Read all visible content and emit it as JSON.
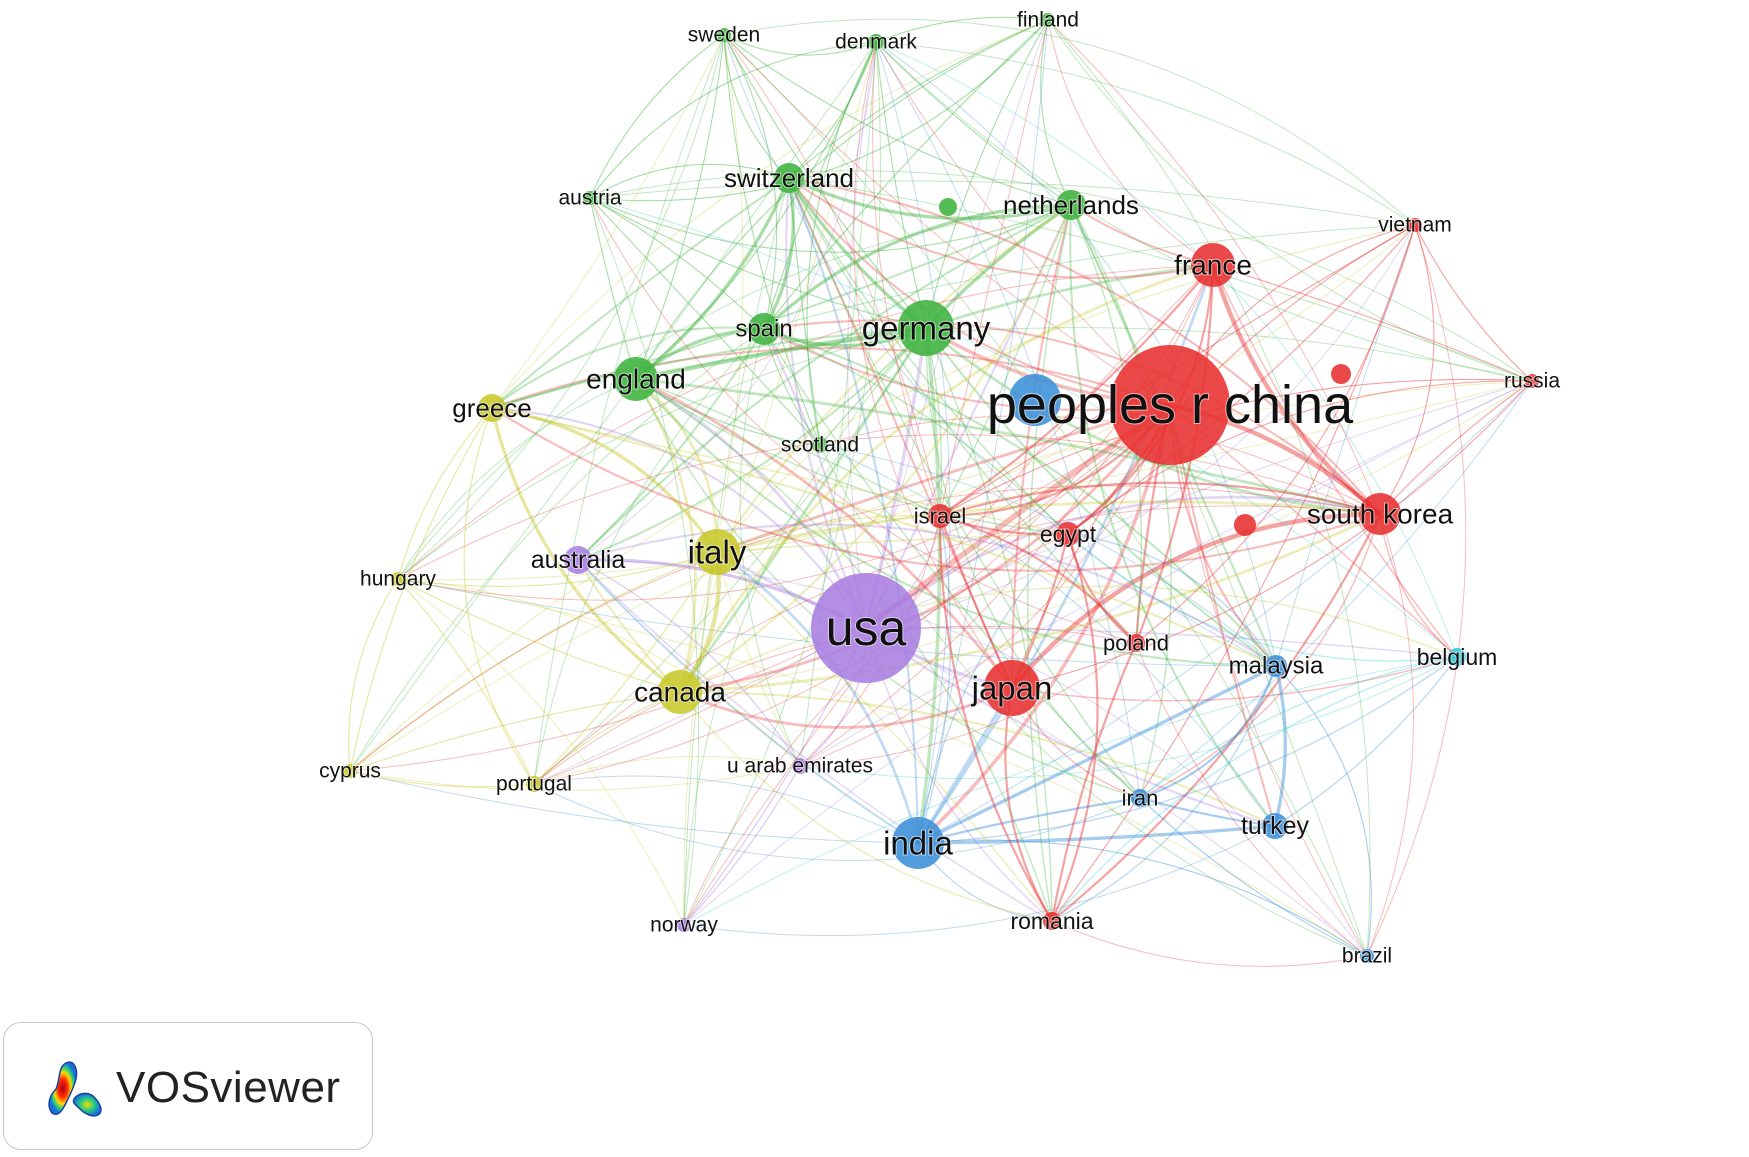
{
  "branding": {
    "name": "VOSviewer",
    "icon": "vosviewer-heatmap-logo-icon"
  },
  "cluster_colors": {
    "red": "#e83030",
    "green": "#3db33d",
    "blue": "#3c8fd8",
    "yellow": "#c8c82a",
    "purple": "#a87ee0",
    "cyan": "#2ec9d4"
  },
  "nodes": [
    {
      "id": "peoples-r-china",
      "label": "peoples r china",
      "cluster": "red",
      "weight": 10
    },
    {
      "id": "usa",
      "label": "usa",
      "cluster": "purple",
      "weight": 8
    },
    {
      "id": "germany",
      "label": "germany",
      "cluster": "green",
      "weight": 5
    },
    {
      "id": "india",
      "label": "india",
      "cluster": "blue",
      "weight": 5
    },
    {
      "id": "japan",
      "label": "japan",
      "cluster": "red",
      "weight": 5
    },
    {
      "id": "italy",
      "label": "italy",
      "cluster": "yellow",
      "weight": 4
    },
    {
      "id": "canada",
      "label": "canada",
      "cluster": "yellow",
      "weight": 4
    },
    {
      "id": "england",
      "label": "england",
      "cluster": "green",
      "weight": 4
    },
    {
      "id": "france",
      "label": "france",
      "cluster": "red",
      "weight": 4
    },
    {
      "id": "south-korea",
      "label": "south korea",
      "cluster": "red",
      "weight": 4
    },
    {
      "id": "spain",
      "label": "spain",
      "cluster": "green",
      "weight": 3
    },
    {
      "id": "switzerland",
      "label": "switzerland",
      "cluster": "green",
      "weight": 3
    },
    {
      "id": "netherlands",
      "label": "netherlands",
      "cluster": "green",
      "weight": 3
    },
    {
      "id": "greece",
      "label": "greece",
      "cluster": "yellow",
      "weight": 3
    },
    {
      "id": "australia",
      "label": "australia",
      "cluster": "purple",
      "weight": 3
    },
    {
      "id": "turkey",
      "label": "turkey",
      "cluster": "blue",
      "weight": 3
    },
    {
      "id": "malaysia",
      "label": "malaysia",
      "cluster": "blue",
      "weight": 3
    },
    {
      "id": "belgium",
      "label": "belgium",
      "cluster": "cyan",
      "weight": 2
    },
    {
      "id": "egypt",
      "label": "egypt",
      "cluster": "red",
      "weight": 2
    },
    {
      "id": "israel",
      "label": "israel",
      "cluster": "red",
      "weight": 2
    },
    {
      "id": "romania",
      "label": "romania",
      "cluster": "red",
      "weight": 2
    },
    {
      "id": "iran",
      "label": "iran",
      "cluster": "blue",
      "weight": 2
    },
    {
      "id": "poland",
      "label": "poland",
      "cluster": "red",
      "weight": 2
    },
    {
      "id": "scotland",
      "label": "scotland",
      "cluster": "green",
      "weight": 1
    },
    {
      "id": "austria",
      "label": "austria",
      "cluster": "green",
      "weight": 1
    },
    {
      "id": "sweden",
      "label": "sweden",
      "cluster": "green",
      "weight": 1
    },
    {
      "id": "denmark",
      "label": "denmark",
      "cluster": "green",
      "weight": 1
    },
    {
      "id": "finland",
      "label": "finland",
      "cluster": "green",
      "weight": 1
    },
    {
      "id": "hungary",
      "label": "hungary",
      "cluster": "yellow",
      "weight": 1
    },
    {
      "id": "cyprus",
      "label": "cyprus",
      "cluster": "yellow",
      "weight": 1
    },
    {
      "id": "portugal",
      "label": "portugal",
      "cluster": "yellow",
      "weight": 1
    },
    {
      "id": "u-arab-emirates",
      "label": "u arab emirates",
      "cluster": "purple",
      "weight": 1
    },
    {
      "id": "norway",
      "label": "norway",
      "cluster": "purple",
      "weight": 1
    },
    {
      "id": "vietnam",
      "label": "vietnam",
      "cluster": "red",
      "weight": 1
    },
    {
      "id": "russia",
      "label": "russia",
      "cluster": "red",
      "weight": 1
    },
    {
      "id": "brazil",
      "label": "brazil",
      "cluster": "blue",
      "weight": 1
    }
  ]
}
